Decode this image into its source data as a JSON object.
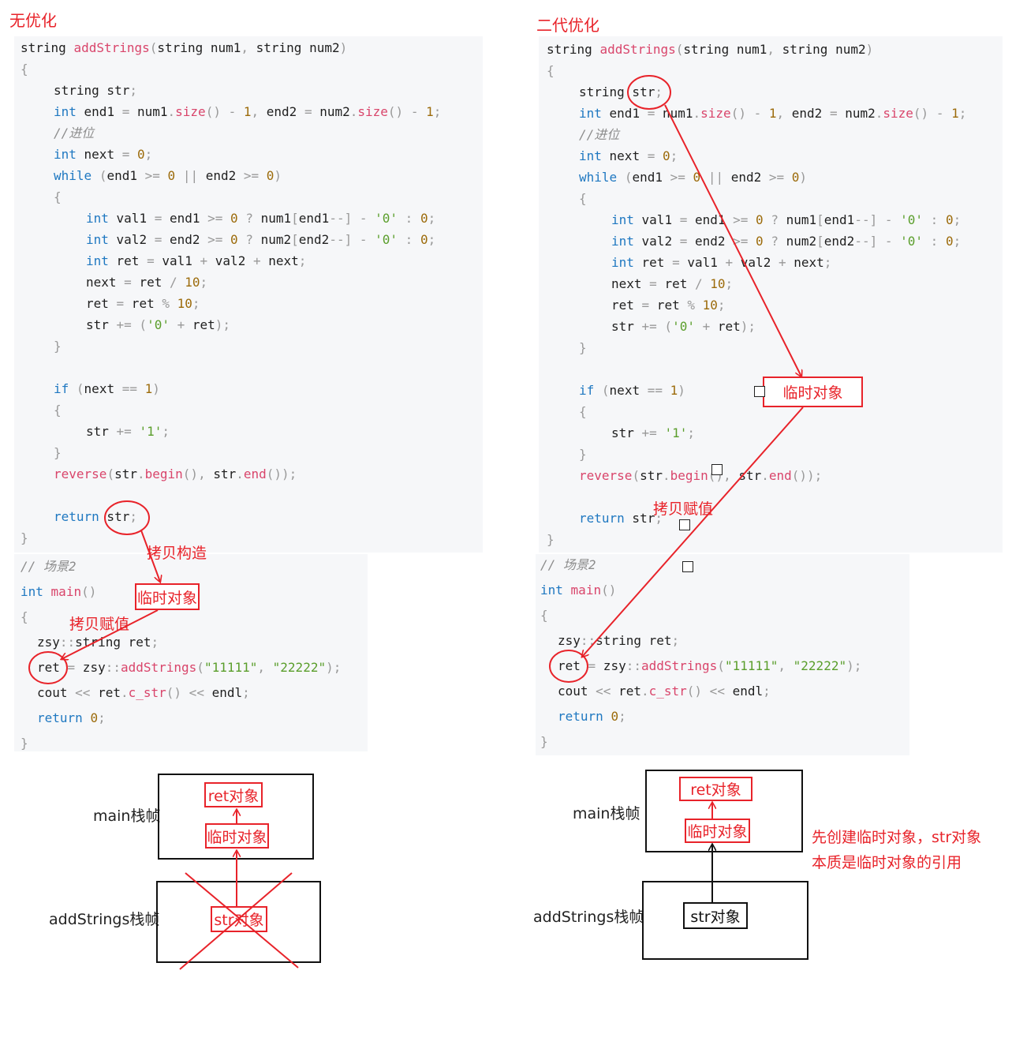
{
  "left": {
    "heading": "无优化",
    "code_lines": [
      "string addStrings(string num1, string num2)",
      "{",
      "    string str;",
      "    int end1 = num1.size() - 1, end2 = num2.size() - 1;",
      "    //进位",
      "    int next = 0;",
      "    while (end1 >= 0 || end2 >= 0)",
      "    {",
      "        int val1 = end1 >= 0 ? num1[end1--] - '0' : 0;",
      "        int val2 = end2 >= 0 ? num2[end2--] - '0' : 0;",
      "        int ret = val1 + val2 + next;",
      "        next = ret / 10;",
      "        ret = ret % 10;",
      "        str += ('0' + ret);",
      "    }",
      "",
      "    if (next == 1)",
      "    {",
      "        str += '1';",
      "    }",
      "    reverse(str.begin(), str.end());",
      "",
      "    return str;",
      "}"
    ],
    "main_lines": [
      "// 场景2",
      "int main()",
      "{",
      "  zsy::string ret;",
      "  ret = zsy::addStrings(\"11111\", \"22222\");",
      "  cout << ret.c_str() << endl;",
      "  return 0;",
      "}"
    ],
    "annotations": {
      "copy_construct": "拷贝构造",
      "temp_object": "临时对象",
      "copy_assign": "拷贝赋值"
    },
    "diagram": {
      "main_frame": "main栈帧",
      "addstrings_frame": "addStrings栈帧",
      "ret_obj": "ret对象",
      "temp_obj": "临时对象",
      "str_obj": "str对象"
    }
  },
  "right": {
    "heading": "二代优化",
    "code_lines": [
      "string addStrings(string num1, string num2)",
      "{",
      "    string str;",
      "    int end1 = num1.size() - 1, end2 = num2.size() - 1;",
      "    //进位",
      "    int next = 0;",
      "    while (end1 >= 0 || end2 >= 0)",
      "    {",
      "        int val1 = end1 >= 0 ? num1[end1--] - '0' : 0;",
      "        int val2 = end2 >= 0 ? num2[end2--] - '0' : 0;",
      "        int ret = val1 + val2 + next;",
      "        next = ret / 10;",
      "        ret = ret % 10;",
      "        str += ('0' + ret);",
      "    }",
      "",
      "    if (next == 1)",
      "    {",
      "        str += '1';",
      "    }",
      "    reverse(str.begin(), str.end());",
      "",
      "    return str;",
      "}"
    ],
    "main_lines": [
      "// 场景2",
      "int main()",
      "{",
      "  zsy::string ret;",
      "  ret = zsy::addStrings(\"11111\", \"22222\");",
      "  cout << ret.c_str() << endl;",
      "  return 0;",
      "}"
    ],
    "annotations": {
      "temp_object": "临时对象",
      "copy_assign": "拷贝赋值",
      "note_line1": "先创建临时对象，str对象",
      "note_line2": "本质是临时对象的引用"
    },
    "diagram": {
      "main_frame": "main栈帧",
      "addstrings_frame": "addStrings栈帧",
      "ret_obj": "ret对象",
      "temp_obj": "临时对象",
      "str_obj": "str对象"
    }
  },
  "colors": {
    "annotation_red": "#e8232a",
    "keyword_blue": "#1f78c1",
    "function_pink": "#d9456b",
    "number_brown": "#9c6b0b",
    "string_green": "#5a9e2b",
    "code_background": "#f6f7f9"
  }
}
